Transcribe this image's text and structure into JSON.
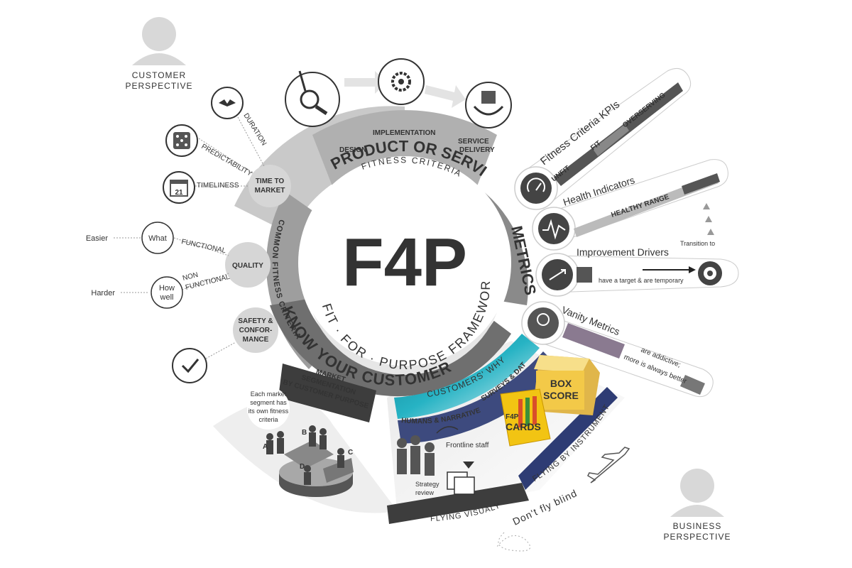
{
  "center": {
    "logo": "F4P",
    "subtitle_words": [
      "FIT",
      "·",
      "FOR",
      "·",
      "PURPOSE",
      "FRAMEWORK"
    ]
  },
  "perspectives": {
    "customer": [
      "CUSTOMER",
      "PERSPECTIVE"
    ],
    "business": [
      "BUSINESS",
      "PERSPECTIVE"
    ]
  },
  "product": {
    "title_main": "PRODUCT",
    "title_or": "OR",
    "title_service": "SERVICE",
    "subtitle": "FITNESS CRITERIA",
    "stages": [
      "DESIGN",
      "IMPLEMENTATION",
      "SERVICE",
      "DELIVERY"
    ]
  },
  "know": {
    "title": "KNOW YOUR CUSTOMERS",
    "common": "COMMON FITNESS CRITERIA",
    "segmentation": [
      "MARKET",
      "SEGMENTATION",
      "BY CUSTOMER PURPOSE"
    ],
    "segment_note": [
      "Each market",
      "segment has",
      "its own fitness",
      "criteria"
    ],
    "segment_letters": [
      "A",
      "B",
      "C",
      "D"
    ]
  },
  "criteria": {
    "time_to_market": [
      "TIME TO",
      "MARKET"
    ],
    "quality": "QUALITY",
    "safety": [
      "SAFETY &",
      "CONFOR-",
      "MANCE"
    ],
    "duration": "DURATION",
    "predictability": "PREDICTABILITY",
    "timeliness": "TIMELINESS",
    "calendar_day": "21",
    "functional": "FUNCTIONAL",
    "non_functional": [
      "NON",
      "FUNCTIONAL"
    ],
    "what": "What",
    "how_well": [
      "How",
      "well"
    ],
    "easier": "Easier",
    "harder": "Harder"
  },
  "metrics": {
    "title": "METRICS",
    "fitness_kpis": "Fitness Criteria  KPIs",
    "unfit": "UNFIT",
    "fit": "FIT",
    "overserving": "OVERSERVING",
    "health": "Health Indicators",
    "healthy_range": "HEALTHY RANGE",
    "transition": "Transition to",
    "improvement": "Improvement Drivers",
    "improvement_note": "have a target & are temporary",
    "vanity": "Vanity Metrics",
    "vanity_note": [
      "are addictive;",
      "more is always better"
    ]
  },
  "customers_why": {
    "title": "CUSTOMERS' WHY",
    "surveys": "SURVEYS & DATA",
    "humans": "HUMANS & NARRATIVE",
    "frontline": "Frontline staff",
    "strategy": [
      "Strategy",
      "review"
    ],
    "box_score": [
      "BOX",
      "SCORE"
    ],
    "f4p_cards": [
      "F4P",
      "CARDS"
    ],
    "flying_visualy": "FLYING VISUALY",
    "flying_instruments": "FLYING BY INSTRUMENTS",
    "dont_fly_blind": "Don't fly blind"
  },
  "colors": {
    "ring_dark": "#6f6f6f",
    "ring_mid": "#9a9a9a",
    "ring_light": "#c9c9c9",
    "navy": "#2e3c74",
    "teal": "#1aa6b7",
    "yellow": "#f2c413"
  }
}
